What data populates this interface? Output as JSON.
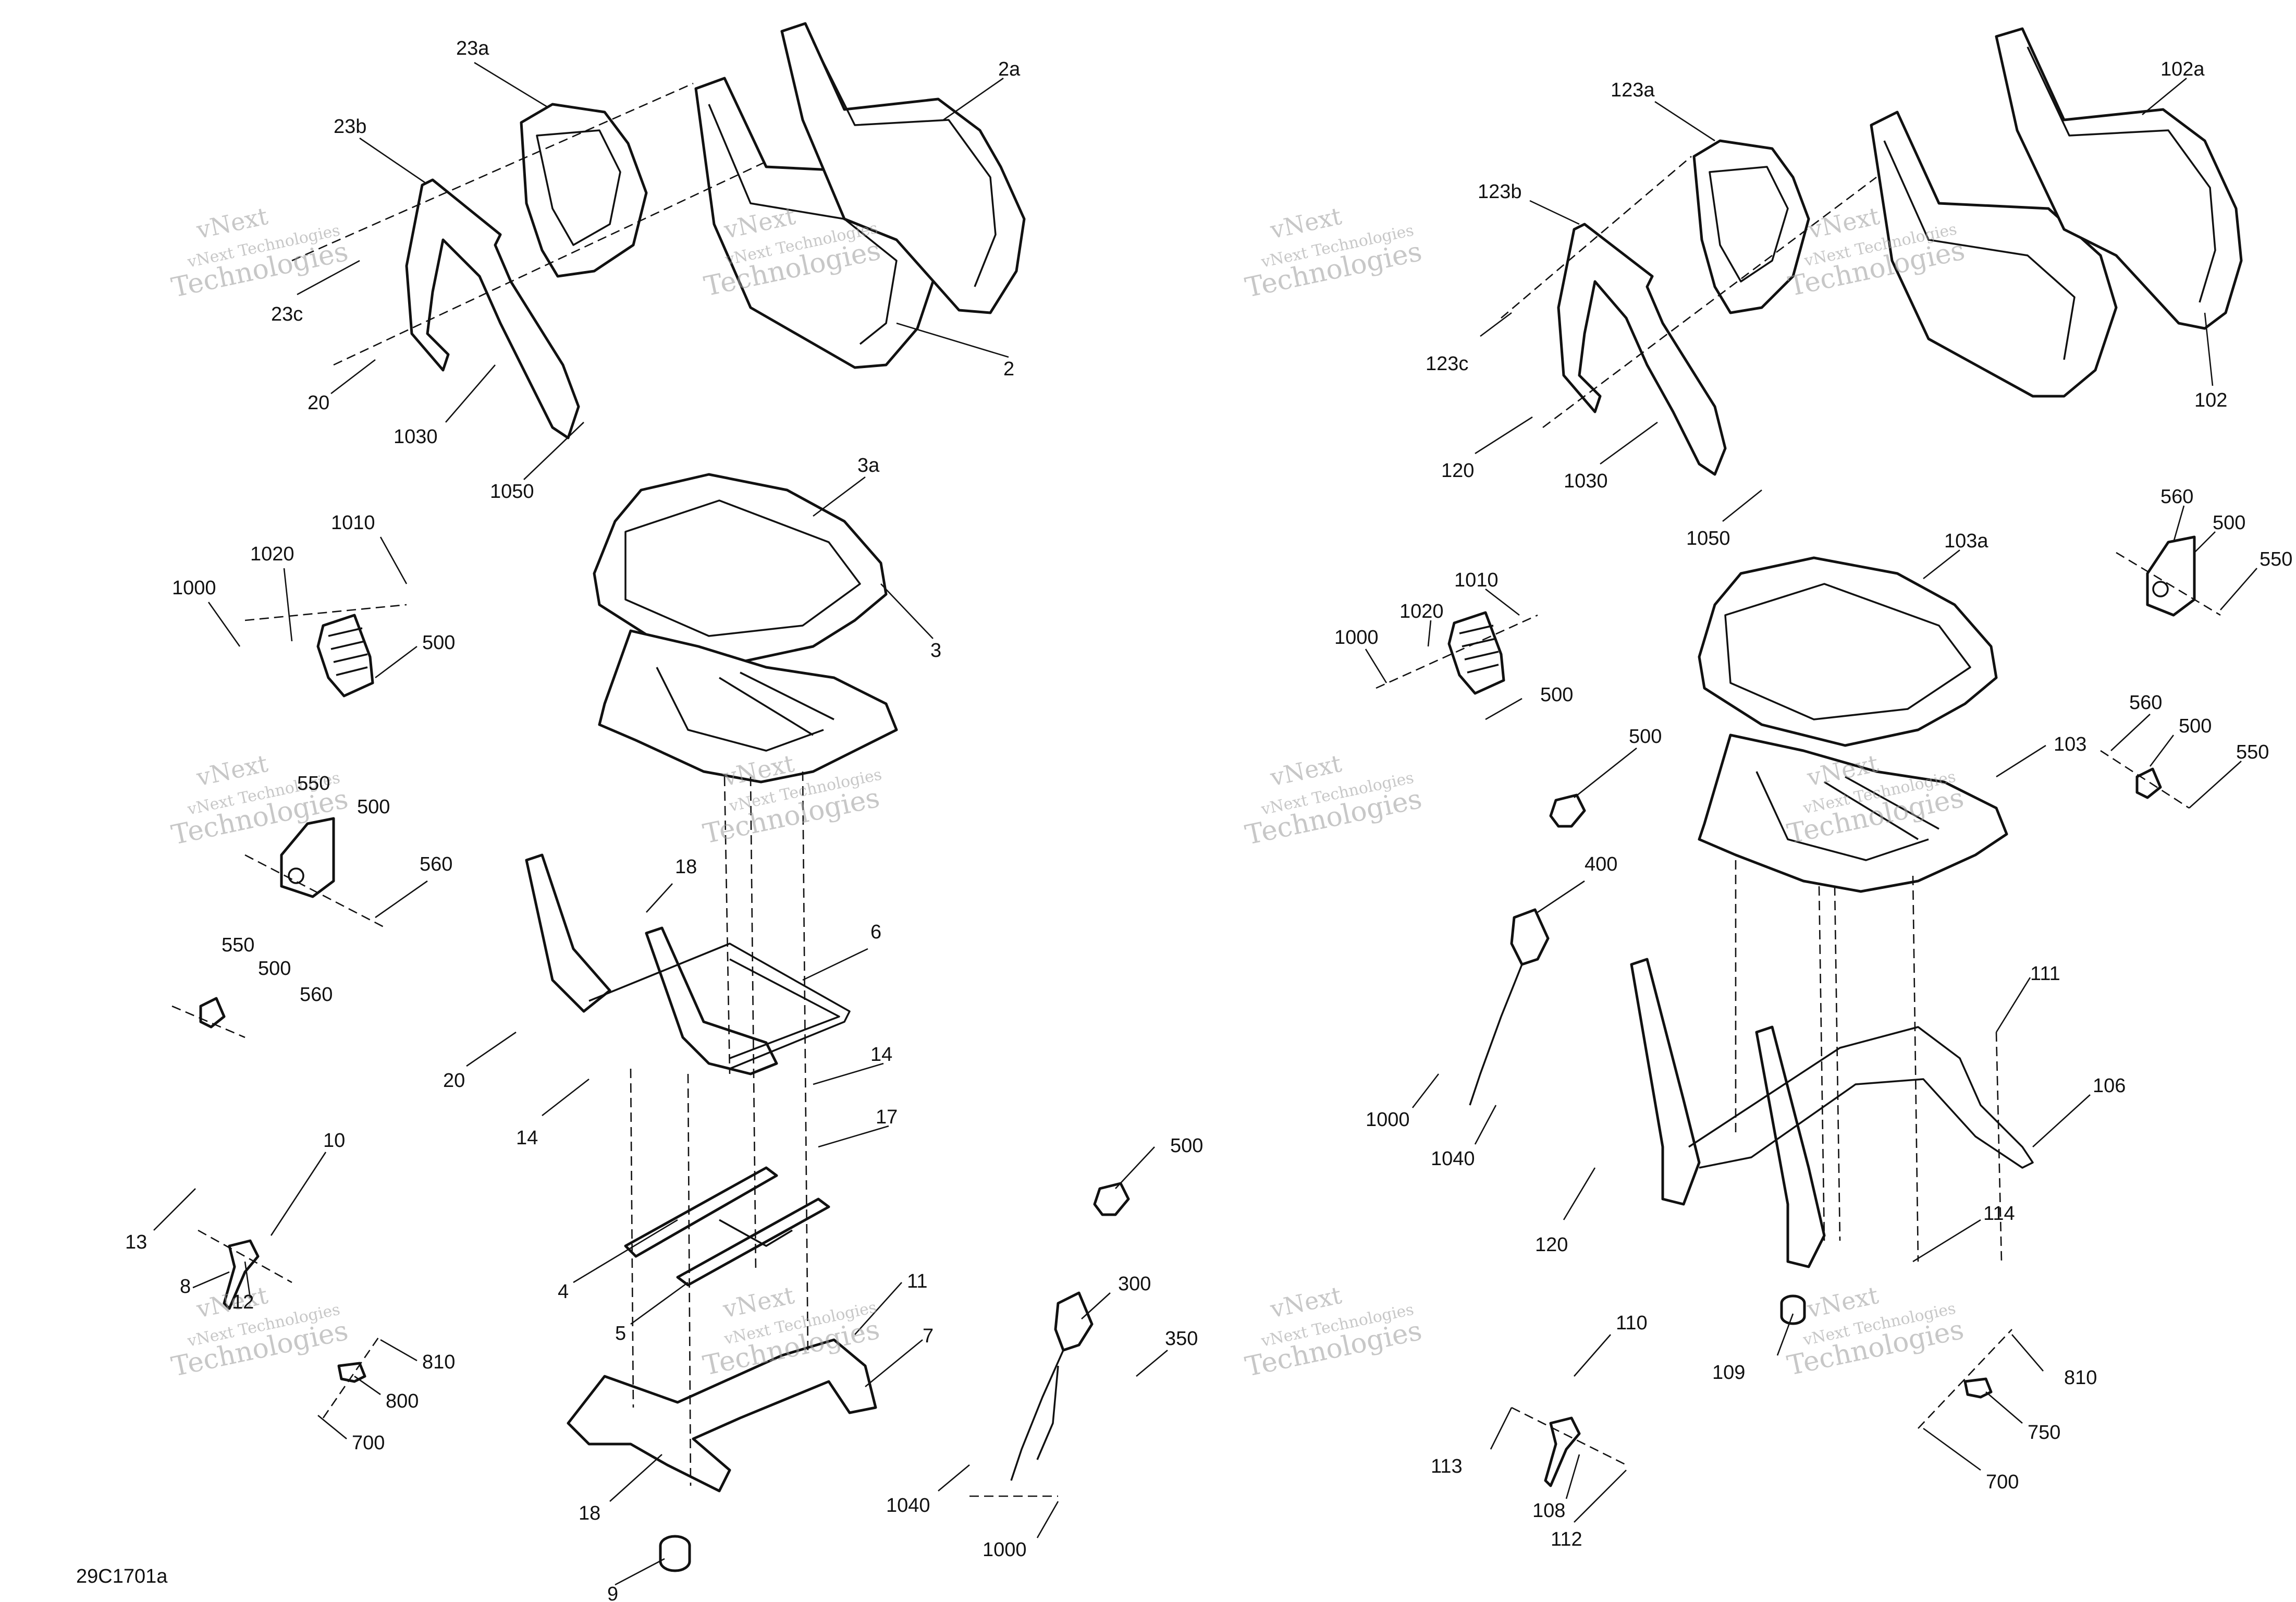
{
  "diagram": {
    "code": "29C1701a",
    "watermark": {
      "line1": "vNext",
      "line2": "Technologies",
      "line3": "vNext Technologies"
    },
    "labels": {
      "l23a": "23a",
      "l2a": "2a",
      "l23b": "23b",
      "l23c": "23c",
      "l2": "2",
      "l20a": "20",
      "l1030a": "1030",
      "l1050a": "1050",
      "l3a": "3a",
      "l3": "3",
      "l1000a": "1000",
      "l1020a": "1020",
      "l1010a": "1010",
      "l500a": "500",
      "l550a": "550",
      "l500b": "500",
      "l560a": "560",
      "l550b": "550",
      "l500c": "500",
      "l560b": "560",
      "l18a": "18",
      "l6": "6",
      "l20b": "20",
      "l14a": "14",
      "l14b": "14",
      "l17": "17",
      "l10": "10",
      "l13": "13",
      "l8": "8",
      "l12": "12",
      "l4": "4",
      "l5": "5",
      "l11": "11",
      "l7": "7",
      "l810a": "810",
      "l800": "800",
      "l700a": "700",
      "l18b": "18",
      "l9": "9",
      "l500d": "500",
      "l300": "300",
      "l350": "350",
      "l1040a": "1040",
      "l1000b": "1000",
      "l123a": "123a",
      "l102a": "102a",
      "l123b": "123b",
      "l123c": "123c",
      "l102": "102",
      "l120a": "120",
      "l1030b": "1030",
      "l1050b": "1050",
      "l560c": "560",
      "l500e": "500",
      "l550c": "550",
      "l103a": "103a",
      "l1010b": "1010",
      "l1000c": "1000",
      "l1020b": "1020",
      "l500f": "500",
      "l103": "103",
      "l560d": "560",
      "l500g": "500",
      "l550d": "550",
      "l500h": "500",
      "l400": "400",
      "l111": "111",
      "l106": "106",
      "l1000d": "1000",
      "l1040b": "1040",
      "l120b": "120",
      "l114": "114",
      "l110": "110",
      "l109": "109",
      "l810b": "810",
      "l750": "750",
      "l113": "113",
      "l108": "108",
      "l112": "112",
      "l700b": "700"
    }
  }
}
